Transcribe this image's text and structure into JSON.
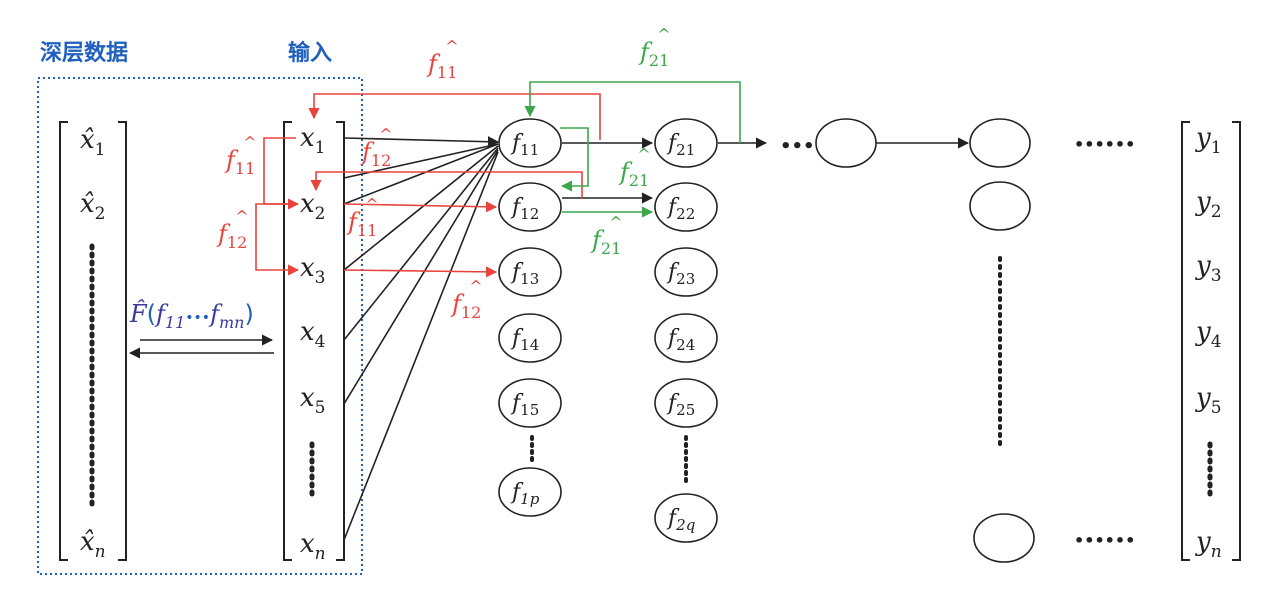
{
  "headings": {
    "deep_data": "深层数据",
    "input": "输入"
  },
  "colors": {
    "black": "#222222",
    "red": "#e8433d",
    "green": "#3aa84a",
    "blue": "#1f5fbf",
    "purple": "#3a3a9c"
  },
  "deep_vector": {
    "items": [
      {
        "base": "x̂",
        "sub": "1"
      },
      {
        "base": "x̂",
        "sub": "2"
      },
      {
        "base": "x̂",
        "sub": "n"
      }
    ]
  },
  "input_vector": {
    "items": [
      {
        "base": "x",
        "sub": "1"
      },
      {
        "base": "x",
        "sub": "2"
      },
      {
        "base": "x",
        "sub": "3"
      },
      {
        "base": "x",
        "sub": "4"
      },
      {
        "base": "x",
        "sub": "5"
      },
      {
        "base": "x",
        "sub": "n"
      }
    ]
  },
  "output_vector": {
    "items": [
      {
        "base": "y",
        "sub": "1"
      },
      {
        "base": "y",
        "sub": "2"
      },
      {
        "base": "y",
        "sub": "3"
      },
      {
        "base": "y",
        "sub": "4"
      },
      {
        "base": "y",
        "sub": "5"
      },
      {
        "base": "y",
        "sub": "n"
      }
    ]
  },
  "mapping_label": {
    "base": "F̂",
    "open": "(",
    "f_start": "f",
    "sub_start": "11",
    "dots": "•••",
    "f_end": "f",
    "sub_end": "mn",
    "close": ")"
  },
  "layer1_nodes": [
    {
      "base": "f",
      "sub": "11"
    },
    {
      "base": "f",
      "sub": "12"
    },
    {
      "base": "f",
      "sub": "13"
    },
    {
      "base": "f",
      "sub": "14"
    },
    {
      "base": "f",
      "sub": "15"
    },
    {
      "base": "f",
      "sub": "1p"
    }
  ],
  "layer2_nodes": [
    {
      "base": "f",
      "sub": "21"
    },
    {
      "base": "f",
      "sub": "22"
    },
    {
      "base": "f",
      "sub": "23"
    },
    {
      "base": "f",
      "sub": "24"
    },
    {
      "base": "f",
      "sub": "25"
    },
    {
      "base": "f",
      "sub": "2q"
    }
  ],
  "chain_dots": "•••",
  "output_dots": "••••••",
  "edge_labels": {
    "red_top": {
      "base": "f",
      "sub": "11",
      "hat": "^"
    },
    "green_top": {
      "base": "f",
      "sub": "21",
      "hat": "^"
    },
    "red_left_1": {
      "base": "f",
      "sub": "11",
      "hat": "^"
    },
    "red_left_2": {
      "base": "f",
      "sub": "12",
      "hat": "^"
    },
    "red_mid_1": {
      "base": "f",
      "sub": "12",
      "hat": "^"
    },
    "red_mid_2": {
      "base": "f",
      "sub": "11",
      "hat": "^"
    },
    "red_low": {
      "base": "f",
      "sub": "12",
      "hat": "^"
    },
    "green_mid_1": {
      "base": "f",
      "sub": "21",
      "hat": "^"
    },
    "green_mid_2": {
      "base": "f",
      "sub": "21",
      "hat": "^"
    }
  }
}
